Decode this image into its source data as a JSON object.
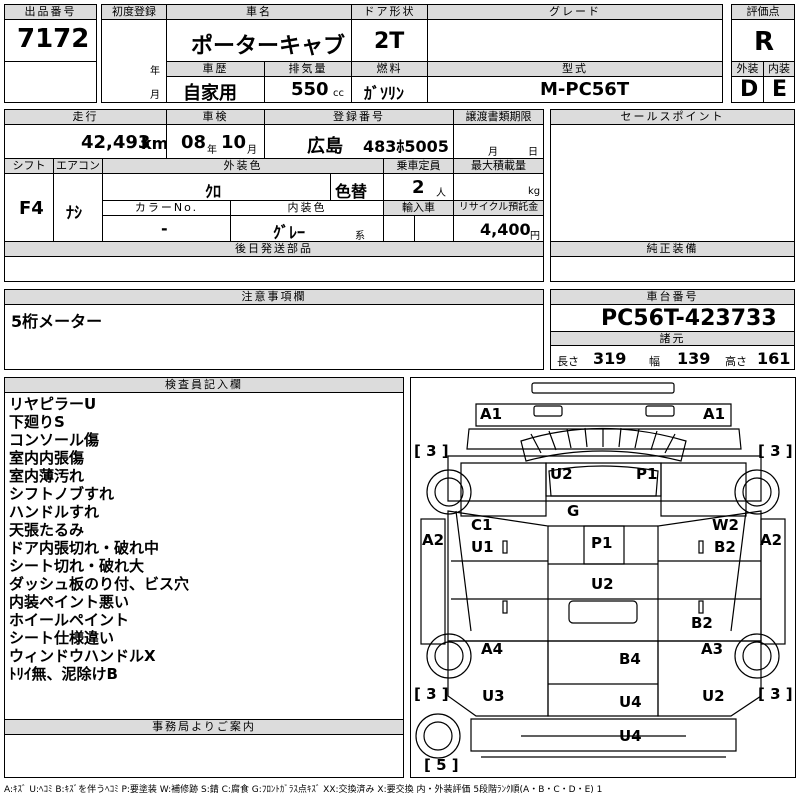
{
  "top": {
    "lot_header": "出品番号",
    "lot_number": "7172",
    "first_reg_header": "初度登録",
    "year_unit": "年",
    "month_unit": "月",
    "car_name_header": "車名",
    "car_name": "ポーターキャブ",
    "door_header": "ドア形状",
    "door": "2T",
    "grade_header": "グレード",
    "grade": "",
    "score_header": "評価点",
    "score": "R",
    "history_header": "車歴",
    "history": "自家用",
    "displacement_header": "排気量",
    "displacement": "550",
    "displacement_unit": "cc",
    "fuel_header": "燃料",
    "fuel": "ｶﾞｿﾘﾝ",
    "model_header": "型式",
    "model": "M-PC56T",
    "exterior_header": "外装",
    "exterior": "D",
    "interior_header": "内装",
    "interior": "E"
  },
  "middle": {
    "mileage_header": "走行",
    "mileage": "42,493",
    "mileage_unit": "km",
    "inspection_header": "車検",
    "inspection_year": "08",
    "inspection_month": "10",
    "year_unit": "年",
    "month_unit": "月",
    "reg_header": "登録番号",
    "reg_area": "広島",
    "reg_number": "483ﾎ5005",
    "transfer_header": "譲渡書類期限",
    "transfer_month_unit": "月",
    "transfer_day_unit": "日",
    "sales_point_header": "セールスポイント",
    "shift_header": "シフト",
    "shift": "F4",
    "ac_header": "エアコン",
    "ac": "ﾅｼ",
    "ext_color_header": "外装色",
    "ext_color": "ｸﾛ",
    "color_change": "色替",
    "capacity_header": "乗車定員",
    "capacity": "2",
    "capacity_unit": "人",
    "max_load_header": "最大積載量",
    "max_load_unit": "kg",
    "color_no_header": "カラーNo.",
    "color_no": "-",
    "int_color_header": "内装色",
    "int_color": "ｸﾞﾚｰ",
    "int_color_suffix": "系",
    "import_header": "輸入車",
    "recycle_header": "リサイクル預託金",
    "recycle": "4,400",
    "recycle_unit": "円",
    "later_parts_header": "後日発送部品",
    "genuine_header": "純正装備"
  },
  "caution": {
    "header": "注意事項欄",
    "text": "5桁メーター",
    "chassis_header": "車台番号",
    "chassis": "PC56T-423733",
    "specs_header": "諸元",
    "length_label": "長さ",
    "length": "319",
    "width_label": "幅",
    "width": "139",
    "height_label": "高さ",
    "height": "161"
  },
  "inspector": {
    "header": "検査員記入欄",
    "lines": [
      "リヤピラーU",
      "下廻りS",
      "コンソール傷",
      "室内内張傷",
      "室内薄汚れ",
      "シフトノブすれ",
      "ハンドルすれ",
      "天張たるみ",
      "ドア内張切れ・破れ中",
      "シート切れ・破れ大",
      "ダッシュ板のり付、ビス穴",
      "内装ペイント悪い",
      "ホイールペイント",
      "シート仕様違い",
      "ウィンドウハンドルX",
      "ﾄﾘｲ無、泥除けB"
    ],
    "office_header": "事務局よりご案内"
  },
  "diagram": {
    "marks": [
      "A1",
      "A1",
      "U2",
      "P1",
      "G",
      "C1",
      "U1",
      "W2",
      "B2",
      "A2",
      "A2",
      "P1",
      "U2",
      "B2",
      "A4",
      "A3",
      "B4",
      "U3",
      "U4",
      "U2",
      "U4"
    ],
    "tire_marks": [
      "[ 3 ]",
      "[ 3 ]",
      "[ 3 ]",
      "[ 3 ]",
      "[ 5 ]"
    ]
  },
  "legend": "A:ｷｽﾞ U:ﾍｺﾐ B:ｷｽﾞを伴うﾍｺﾐ P:要塗装 W:補修跡 S:錆 C:腐食 G:ﾌﾛﾝﾄｶﾞﾗｽ点ｷｽﾞ XX:交換済み X:要交換 内・外装評価 5段階ﾗﾝｸ順(A・B・C・D・E) 1"
}
